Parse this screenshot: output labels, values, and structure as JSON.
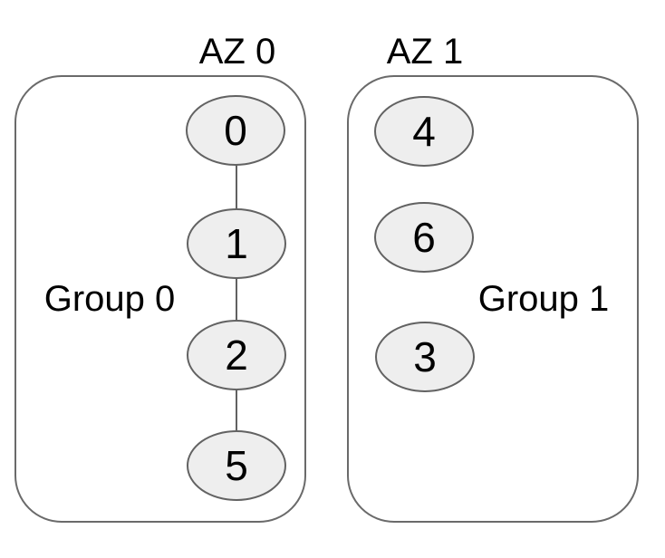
{
  "diagram": {
    "type": "graphviz-cluster-diagram",
    "background_color": "#ffffff",
    "box_stroke_color": "#6a6a6a",
    "node_fill_color": "#eeeeee",
    "node_stroke_color": "#626262",
    "edge_color": "#616161",
    "text_color": "#000000",
    "groups": [
      {
        "az_label": "AZ 0",
        "group_label": "Group 0",
        "nodes": [
          "0",
          "1",
          "2",
          "5"
        ],
        "edges": [
          [
            "0",
            "1"
          ],
          [
            "1",
            "2"
          ],
          [
            "2",
            "5"
          ]
        ]
      },
      {
        "az_label": "AZ 1",
        "group_label": "Group 1",
        "nodes": [
          "4",
          "6",
          "3"
        ],
        "edges": []
      }
    ]
  }
}
